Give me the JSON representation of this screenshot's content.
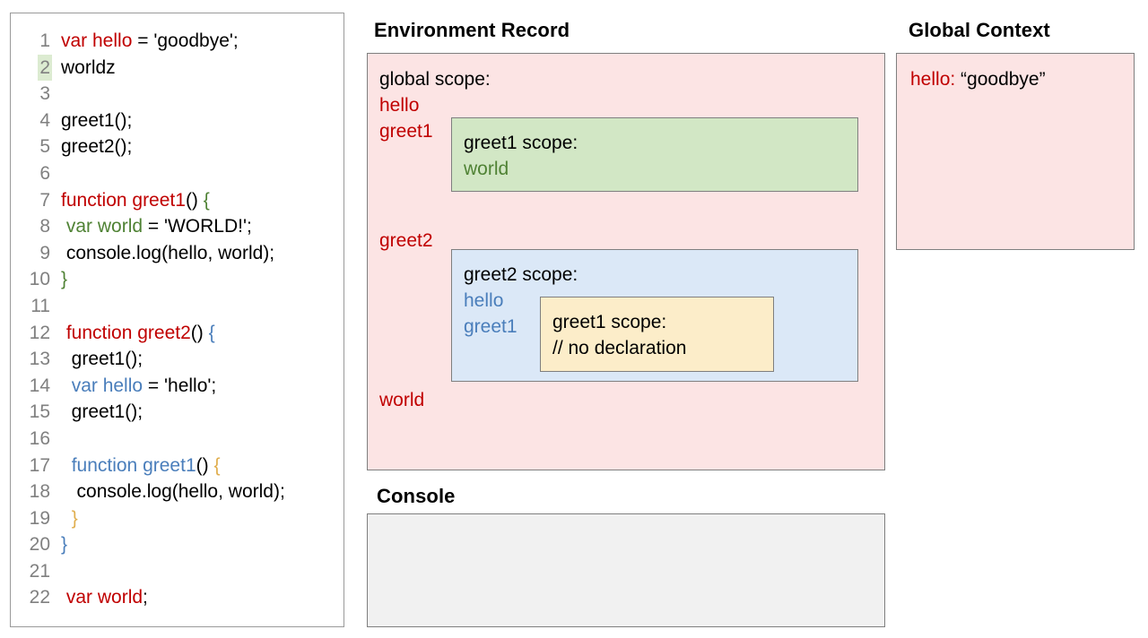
{
  "code_editor": {
    "name": "javascript-source-code",
    "highlighted_line": 2,
    "lines": [
      {
        "n": "1",
        "indent": 0,
        "tokens": [
          {
            "t": "var hello",
            "c": "red"
          },
          {
            "t": " = 'goodbye';",
            "c": "black"
          }
        ]
      },
      {
        "n": "2",
        "indent": 0,
        "tokens": [
          {
            "t": "worldz",
            "c": "black"
          }
        ]
      },
      {
        "n": "3",
        "indent": 0,
        "tokens": [
          {
            "t": "",
            "c": "black"
          }
        ]
      },
      {
        "n": "4",
        "indent": 0,
        "tokens": [
          {
            "t": "greet1();",
            "c": "black"
          }
        ]
      },
      {
        "n": "5",
        "indent": 0,
        "tokens": [
          {
            "t": "greet2();",
            "c": "black"
          }
        ]
      },
      {
        "n": "6",
        "indent": 0,
        "tokens": [
          {
            "t": "",
            "c": "black"
          }
        ]
      },
      {
        "n": "7",
        "indent": 0,
        "tokens": [
          {
            "t": "function greet1",
            "c": "red"
          },
          {
            "t": "() ",
            "c": "black"
          },
          {
            "t": "{",
            "c": "green"
          }
        ]
      },
      {
        "n": "8",
        "indent": 1,
        "tokens": [
          {
            "t": "var world",
            "c": "green"
          },
          {
            "t": " = 'WORLD!';",
            "c": "black"
          }
        ]
      },
      {
        "n": "9",
        "indent": 1,
        "tokens": [
          {
            "t": "console.log(hello, world);",
            "c": "black"
          }
        ]
      },
      {
        "n": "10",
        "indent": 0,
        "tokens": [
          {
            "t": "}",
            "c": "green"
          }
        ]
      },
      {
        "n": "11",
        "indent": 0,
        "tokens": [
          {
            "t": "",
            "c": "black"
          }
        ]
      },
      {
        "n": "12",
        "indent": 0,
        "tokens": [
          {
            "t": " ",
            "c": "black"
          },
          {
            "t": "function greet2",
            "c": "red"
          },
          {
            "t": "() ",
            "c": "black"
          },
          {
            "t": "{",
            "c": "blue"
          }
        ]
      },
      {
        "n": "13",
        "indent": 1,
        "tokens": [
          {
            "t": " greet1();",
            "c": "black"
          }
        ]
      },
      {
        "n": "14",
        "indent": 1,
        "tokens": [
          {
            "t": " ",
            "c": "black"
          },
          {
            "t": "var hello",
            "c": "blue"
          },
          {
            "t": " = 'hello';",
            "c": "black"
          }
        ]
      },
      {
        "n": "15",
        "indent": 1,
        "tokens": [
          {
            "t": " greet1();",
            "c": "black"
          }
        ]
      },
      {
        "n": "16",
        "indent": 0,
        "tokens": [
          {
            "t": "",
            "c": "black"
          }
        ]
      },
      {
        "n": "17",
        "indent": 1,
        "tokens": [
          {
            "t": " ",
            "c": "black"
          },
          {
            "t": "function greet1",
            "c": "blue"
          },
          {
            "t": "() ",
            "c": "black"
          },
          {
            "t": "{",
            "c": "orange"
          }
        ]
      },
      {
        "n": "18",
        "indent": 1,
        "tokens": [
          {
            "t": "  console.log(hello, world);",
            "c": "black"
          }
        ]
      },
      {
        "n": "19",
        "indent": 1,
        "tokens": [
          {
            "t": " ",
            "c": "black"
          },
          {
            "t": "}",
            "c": "orange"
          }
        ]
      },
      {
        "n": "20",
        "indent": 0,
        "tokens": [
          {
            "t": "}",
            "c": "blue"
          }
        ]
      },
      {
        "n": "21",
        "indent": 0,
        "tokens": [
          {
            "t": "",
            "c": "black"
          }
        ]
      },
      {
        "n": "22",
        "indent": 0,
        "tokens": [
          {
            "t": " ",
            "c": "black"
          },
          {
            "t": "var world",
            "c": "red"
          },
          {
            "t": ";",
            "c": "black"
          }
        ]
      }
    ]
  },
  "environment_record": {
    "heading": "Environment Record",
    "global_scope": {
      "label": "global scope:",
      "vars_top": "hello\ngreet1",
      "vars_bottom": "world",
      "greet2_label": "greet2"
    },
    "greet1_scope": {
      "label": "greet1 scope:",
      "vars": "world"
    },
    "greet2_scope": {
      "label": "greet2 scope:",
      "vars": "hello\ngreet1"
    },
    "inner_greet1_scope": {
      "label": "greet1 scope:",
      "comment": "// no declaration"
    }
  },
  "global_context": {
    "heading": "Global Context",
    "entry_key": "hello:",
    "entry_value": "“goodbye”"
  },
  "console": {
    "heading": "Console",
    "output": ""
  },
  "colors": {
    "red": "#c00000",
    "green": "#4f8234",
    "blue": "#4a7ebb",
    "orange": "#e0ae4e",
    "pink_fill": "#fce4e4",
    "green_fill": "#d2e7c5",
    "blue_fill": "#dbe8f7",
    "yellow_fill": "#fcedc9",
    "gray_fill": "#f1f1f1",
    "border": "#7f7f7f",
    "gutter": "#808080",
    "line_highlight": "#dcebd1"
  }
}
